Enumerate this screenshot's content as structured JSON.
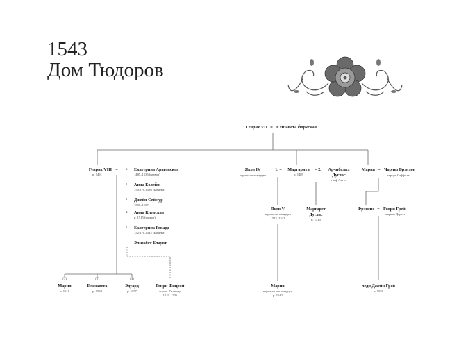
{
  "header": {
    "year": "1543",
    "house": "Дом Тюдоров"
  },
  "root": {
    "husband": "Генрих VII",
    "eq": "=",
    "wife": "Елизавета Йоркская"
  },
  "henry8": {
    "name": "Генрих VIII",
    "born": "р. 1491",
    "eq": "=",
    "wives": [
      {
        "num": "1.",
        "name": "Екатерина Арагонская",
        "info": "1485–1536 (развод)"
      },
      {
        "num": "2.",
        "name": "Анна Болейн",
        "info": "1501(?)–1536 (казнена)"
      },
      {
        "num": "3.",
        "name": "Джейн Сеймур",
        "info": "1508–1537"
      },
      {
        "num": "4.",
        "name": "Анна Клевская",
        "info": "р. 1515 (развод)"
      },
      {
        "num": "5.",
        "name": "Екатерина Говард",
        "info": "1521(?)–1542 (казнена)"
      },
      {
        "num": "–",
        "name": "Элизабет Блаунт",
        "info": ""
      }
    ],
    "children": [
      {
        "num": "(1)",
        "name": "Мария",
        "info": "р. 1516"
      },
      {
        "num": "(2)",
        "name": "Елизавета",
        "info": "р. 1533"
      },
      {
        "num": "(3)",
        "name": "Эдуард",
        "info": "р. 1537"
      }
    ],
    "illegitimate": {
      "name": "Генри Фицрой",
      "title": "герцог Ричмонд",
      "info": "1519–1536"
    }
  },
  "scotland": {
    "james4": {
      "name": "Яков IV",
      "title": "король шотландцев",
      "eq": "1. ="
    },
    "margaret": {
      "name": "Маргарита",
      "born": "р. 1489",
      "eq": "= 2."
    },
    "archibald": {
      "name1": "Арчибальд",
      "name2": "Дуглас",
      "title": "граф Ангус"
    },
    "james5": {
      "name": "Яков V",
      "title": "король шотландцев",
      "info": "1512–1542"
    },
    "margaret_douglas": {
      "name1": "Маргарет",
      "name2": "Дуглас",
      "born": "р. 1515"
    },
    "mary_scots": {
      "name": "Мария",
      "title": "королева шотландцев",
      "born": "р. 1542"
    }
  },
  "suffolk": {
    "mary": {
      "name": "Мария",
      "eq": "="
    },
    "brandon": {
      "name": "Чарльз Брэндон",
      "title": "герцог Саффолк"
    },
    "frances": {
      "name": "Фрэнсис",
      "eq": "="
    },
    "grey": {
      "name": "Генри Грей",
      "title": "маркиз Дорсет"
    },
    "jane": {
      "name": "леди Джейн Грей",
      "born": "р. 1536"
    }
  }
}
